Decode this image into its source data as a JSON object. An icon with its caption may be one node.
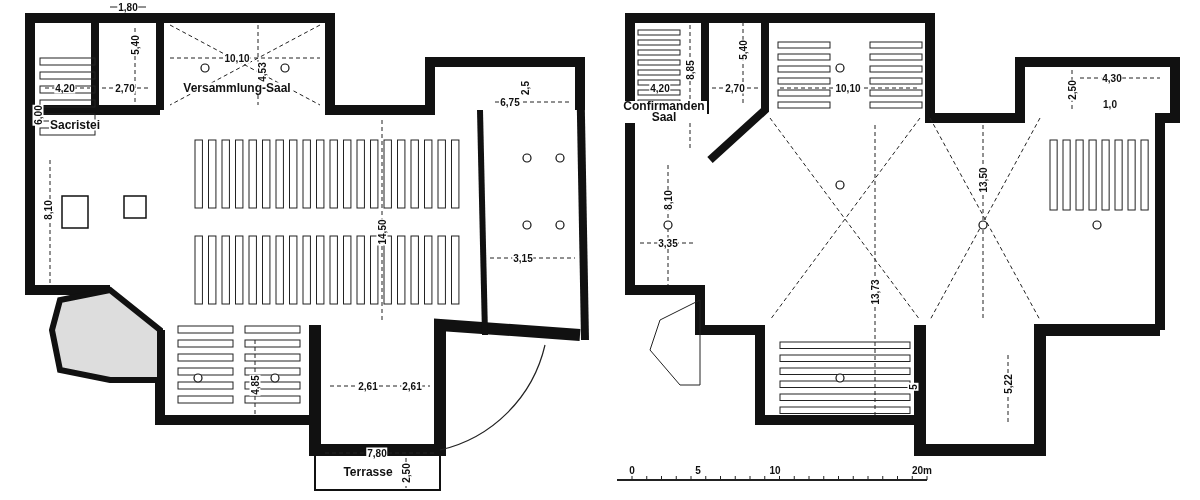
{
  "diagram": {
    "labels": [
      "1,80",
      "5,40",
      "10,10",
      "4,53",
      "4,20",
      "2,70",
      "Versammlung-Saal",
      "6,00",
      "Sacristei",
      "2,5",
      "6,75",
      "8,10",
      "14,50",
      "3,15",
      "4,85",
      "2,61",
      "2,61",
      "7,80",
      "Terrasse",
      "2,50",
      "5,40",
      "4,20",
      "8,85",
      "2,70",
      "10,10",
      "Confirmanden Saal",
      "2,50",
      "4,30",
      "1,0",
      "8,10",
      "3,35",
      "13,50",
      "13,73",
      "5",
      "5,22",
      "0",
      "5",
      "10",
      "20m"
    ]
  }
}
